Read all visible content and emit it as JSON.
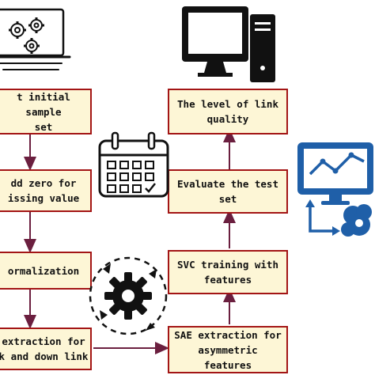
{
  "flowchart": {
    "left_column": [
      {
        "id": "initial",
        "text": "t initial sample\nset"
      },
      {
        "id": "add-zero",
        "text": "dd zero for\nissing value"
      },
      {
        "id": "normalization",
        "text": "ormalization"
      },
      {
        "id": "extraction-updown",
        "text": "extraction for\nk and down link"
      }
    ],
    "right_column": [
      {
        "id": "link-quality",
        "text": "The level of link\nquality"
      },
      {
        "id": "evaluate",
        "text": "Evaluate the test\nset"
      },
      {
        "id": "svc",
        "text": "SVC training with\nfeatures"
      },
      {
        "id": "sae",
        "text": "SAE extraction for\nasymmetric\nfeatures"
      }
    ]
  },
  "icons": [
    "settings-monitor-icon",
    "desktop-computer-icon",
    "calendar-icon",
    "gear-cycle-icon",
    "analytics-dashboard-icon"
  ],
  "colors": {
    "box_fill": "#fdf6d6",
    "box_border": "#a31515",
    "arrow": "#6b1f3f",
    "icon_blue": "#1f5fa8"
  }
}
